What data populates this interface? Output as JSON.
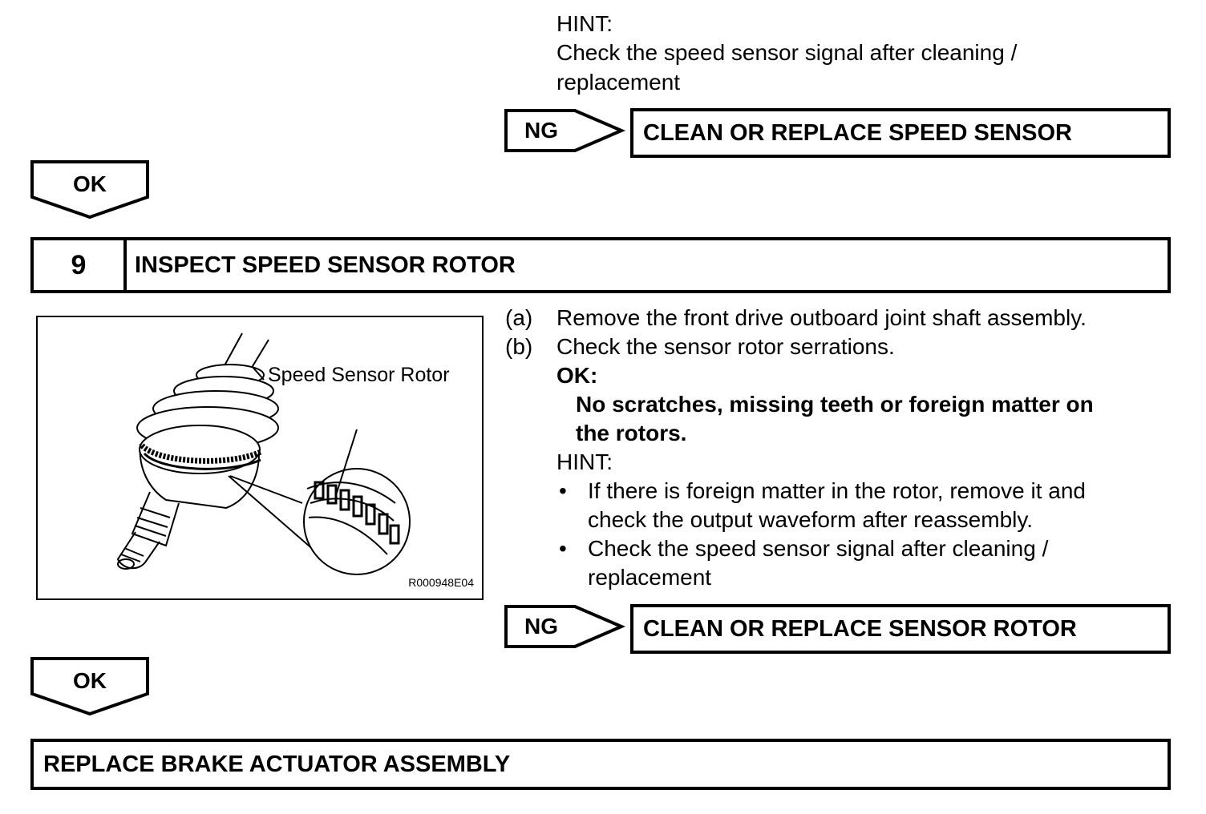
{
  "top_hint": {
    "label": "HINT:",
    "line1": "Check the speed sensor signal after cleaning /",
    "line2": "replacement"
  },
  "ng_1": {
    "label": "NG",
    "result": "CLEAN OR REPLACE SPEED SENSOR"
  },
  "ok_1": {
    "label": "OK"
  },
  "step": {
    "number": "9",
    "title": "INSPECT SPEED SENSOR ROTOR"
  },
  "figure": {
    "caption": "Speed Sensor Rotor",
    "code": "R000948E04"
  },
  "instructions": {
    "a_marker": "(a)",
    "a_text": "Remove the front drive outboard joint shaft assembly.",
    "b_marker": "(b)",
    "b_text": "Check the sensor rotor serrations.",
    "ok_label": "OK:",
    "ok_line1": "No scratches, missing teeth or foreign matter on",
    "ok_line2": "the rotors.",
    "hint_label": "HINT:",
    "bullet_char": "•",
    "bullet1_line1": "If there is foreign matter in the rotor, remove it and",
    "bullet1_line2": "check the output waveform after reassembly.",
    "bullet2_line1": "Check the speed sensor signal after cleaning /",
    "bullet2_line2": "replacement"
  },
  "ng_2": {
    "label": "NG",
    "result": "CLEAN OR REPLACE SENSOR ROTOR"
  },
  "ok_2": {
    "label": "OK"
  },
  "final": {
    "text": "REPLACE BRAKE ACTUATOR ASSEMBLY"
  }
}
